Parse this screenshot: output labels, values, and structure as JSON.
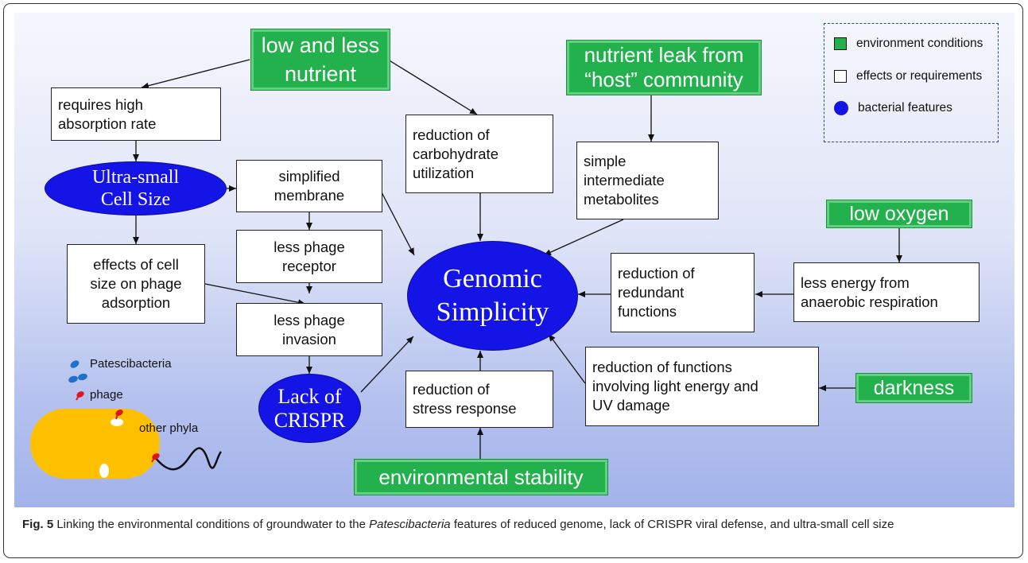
{
  "environment": {
    "low_nutrient": "low and less\nnutrient",
    "nutrient_leak": "nutrient leak from\n“host” community",
    "low_oxygen": "low oxygen",
    "darkness": "darkness",
    "env_stability": "environmental stability"
  },
  "effects": {
    "high_absorption": "requires high\nabsorption rate",
    "carbohydrate": "reduction of\ncarbohydrate\nutilization",
    "intermediate": "simple\nintermediate\nmetabolites",
    "membrane": "simplified\nmembrane",
    "phage_receptor": "less phage\nreceptor",
    "phage_adsorption": "effects of cell\nsize on phage\nadsorption",
    "phage_invasion": "less phage\ninvasion",
    "redundant": "reduction of\nredundant\nfunctions",
    "less_energy": "less energy from\nanaerobic respiration",
    "light_energy": "reduction of functions\ninvolving light energy and\nUV damage",
    "stress": "reduction of\nstress response"
  },
  "features": {
    "cell_size": "Ultra-small\nCell Size",
    "genomic": "Genomic\nSimplicity",
    "crispr": "Lack of\nCRISPR"
  },
  "legend": {
    "items": [
      {
        "label": "environment conditions",
        "color": "#22b14c"
      },
      {
        "label": "effects or requirements",
        "color": "#ffffff"
      },
      {
        "label": "bacterial features",
        "color": "#1414e6"
      }
    ]
  },
  "illustration": {
    "patescibacteria": "Patescibacteria",
    "phage": "phage",
    "other_phyla": "other phyla",
    "colors": {
      "cell": "#ffc000",
      "patescibacteria": "#1f6fcf",
      "phage": "#e0141e"
    }
  },
  "caption": {
    "prefix": "Fig. 5",
    "text_before": " Linking the environmental conditions of groundwater to the ",
    "italic": "Patescibacteria",
    "text_after": " features of reduced genome, lack of CRISPR viral defense, and ultra-small cell size"
  }
}
